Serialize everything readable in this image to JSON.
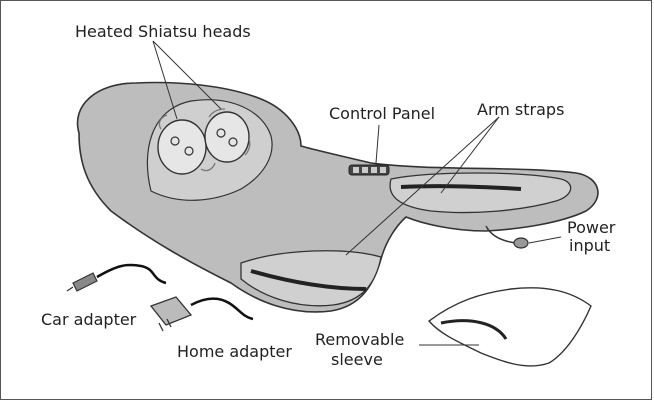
{
  "labels": {
    "heads": "Heated Shiatsu heads",
    "control": "Control Panel",
    "arm_straps": "Arm straps",
    "power_line1": "Power",
    "power_line2": "input",
    "car": "Car adapter",
    "home": "Home adapter",
    "sleeve_line1": "Removable",
    "sleeve_line2": "sleeve"
  },
  "colors": {
    "body_fill": "#bdbdbd",
    "strap_fill": "#d0d0d0",
    "head_fill": "#e6e6e6",
    "outline": "#333333"
  }
}
